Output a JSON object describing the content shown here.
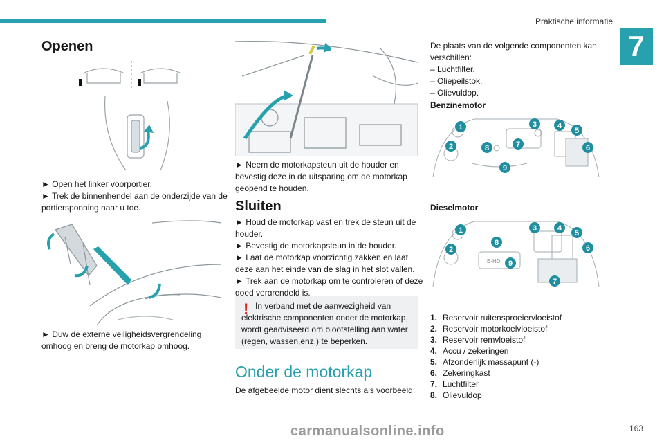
{
  "header": {
    "section_title": "Praktische informatie",
    "chapter_number": "7"
  },
  "col1": {
    "heading": "Openen",
    "text1": [
      "► Open het linker voorportier.",
      "► Trek de binnenhendel aan de onderzijde van de",
      "portiersponning naar u toe."
    ],
    "text2": [
      "► Duw de externe veiligheidsvergrendeling",
      "omhoog en breng de motorkap omhoog."
    ]
  },
  "col2": {
    "text1": [
      "► Neem de motorkapsteun uit de houder en",
      "bevestig deze in de uitsparing om de motorkap",
      "geopend te houden."
    ],
    "heading": "Sluiten",
    "text2": [
      "► Houd de motorkap vast en trek de steun uit de",
      "houder.",
      "► Bevestig de motorkapsteun in de houder.",
      "► Laat de motorkap voorzichtig zakken en laat",
      "deze aan het einde van de slag in het slot vallen.",
      "► Trek aan de motorkap om te controleren of deze",
      "goed vergrendeld is."
    ],
    "warning": "In verband met de aanwezigheid van elektrische componenten onder de motorkap, wordt geadviseerd om blootstelling aan water (regen, wassen,enz.) te beperken.",
    "subheading": "Onder de motorkap",
    "text3": "De afgebeelde motor dient slechts als voorbeeld."
  },
  "col3": {
    "intro": [
      "De plaats van de volgende componenten kan",
      "verschillen:",
      "– Luchtfilter.",
      "– Oliepeilstok.",
      "– Olievuldop."
    ],
    "petrol_heading": "Benzinemotor",
    "diesel_heading": "Dieselmotor",
    "legend": [
      {
        "num": "1.",
        "label": "Reservoir ruitensproeiervloeistof"
      },
      {
        "num": "2.",
        "label": "Reservoir motorkoelvloeistof"
      },
      {
        "num": "3.",
        "label": "Reservoir remvloeistof"
      },
      {
        "num": "4.",
        "label": "Accu / zekeringen"
      },
      {
        "num": "5.",
        "label": "Afzonderlijk massapunt (-)"
      },
      {
        "num": "6.",
        "label": "Zekeringkast"
      },
      {
        "num": "7.",
        "label": "Luchtfilter"
      },
      {
        "num": "8.",
        "label": "Olievuldop"
      }
    ],
    "petrol_callouts": [
      "1",
      "2",
      "3",
      "4",
      "5",
      "6",
      "7",
      "8",
      "9"
    ],
    "diesel_callouts": [
      "1",
      "2",
      "3",
      "4",
      "5",
      "6",
      "7",
      "8",
      "9"
    ],
    "diesel_engine_text": "E-HDi"
  },
  "footer": {
    "page_number": "163",
    "watermark": "carmanualsonline.info"
  },
  "colors": {
    "accent": "#27a1ad",
    "warning": "#e2231a",
    "callout": "#1f8fa0"
  }
}
